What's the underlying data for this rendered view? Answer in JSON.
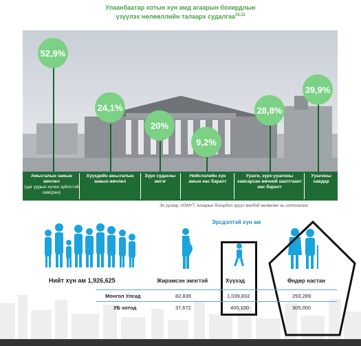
{
  "title": {
    "line1": "Улаанбаатар хотын хүн амд агаарын бохирдлын",
    "line2": "үзүүлэх нөлөөллийн талаарх судалгаа",
    "sup": "10,11"
  },
  "indicators": [
    {
      "percent": "52,9%",
      "label": "Амьсгалын замын өвчлөл",
      "sub": "(цаг үурын хүчин зүйлстэй хавсран)"
    },
    {
      "percent": "24,1%",
      "label": "Хүүхдийн амьсгалын замын өвчлөл",
      "sub": ""
    },
    {
      "percent": "20%",
      "label": "Зүрх судасны эмгэг",
      "sub": ""
    },
    {
      "percent": "9,2%",
      "label": "Нийслэлийн хүн амын нас баралт",
      "sub": ""
    },
    {
      "percent": "28,8%",
      "label": "Уушги, зүрх-уушгины хавсарсан өвчний шалтгаант нас баралт",
      "sub": ""
    },
    {
      "percent": "39,9%",
      "label": "Уушгины хавдар",
      "sub": ""
    }
  ],
  "source": "Эх үүсвэр: НЭМҮТ, Агаарын бохирдол эрүүл мэндэд нөлөөлөх нь иллтгэлээс.",
  "risk_title": "Эрсдэлтэй хүн ам",
  "groups": {
    "total": "Нийт хүн ам 1,926,625",
    "pregnant": "Жирэмсэн эмэгтэй",
    "children": "Хүүхэд",
    "elderly": "Өндөр настан"
  },
  "table": {
    "rows": [
      {
        "name": "Монгол Улсад",
        "pregnant": "82,839",
        "children": "1,039,832",
        "elderly": "293,289"
      },
      {
        "name": "УБ хотод",
        "pregnant": "37,672",
        "children": "400,100",
        "elderly": "305,000"
      }
    ]
  },
  "colors": {
    "green": "#7bd184",
    "band": "#1f6b34",
    "blue": "#1aa3dc",
    "title": "#4aa046"
  }
}
